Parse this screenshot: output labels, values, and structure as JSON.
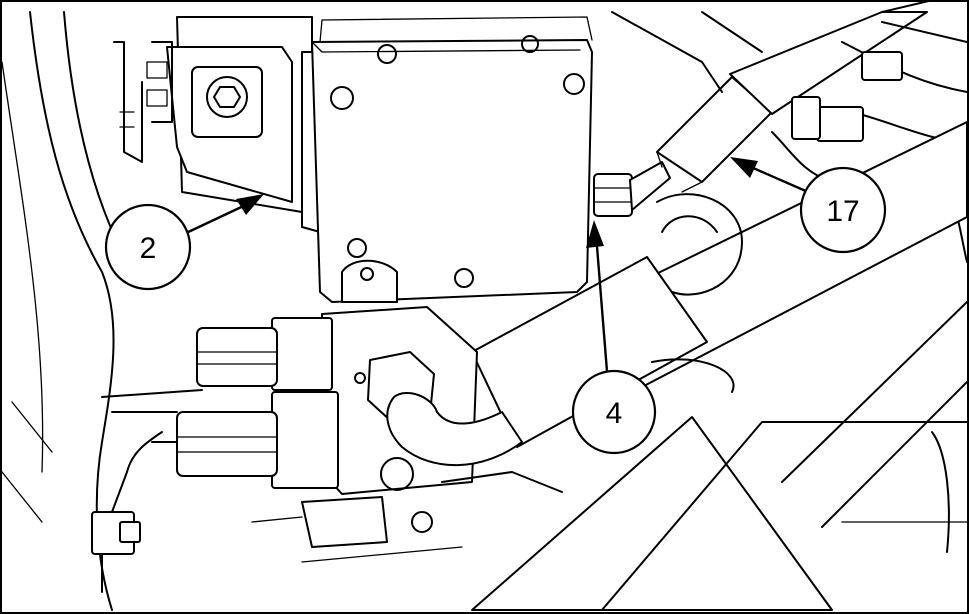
{
  "callouts": [
    {
      "id": "callout-2",
      "label": "2"
    },
    {
      "id": "callout-4",
      "label": "4"
    },
    {
      "id": "callout-17",
      "label": "17"
    }
  ]
}
